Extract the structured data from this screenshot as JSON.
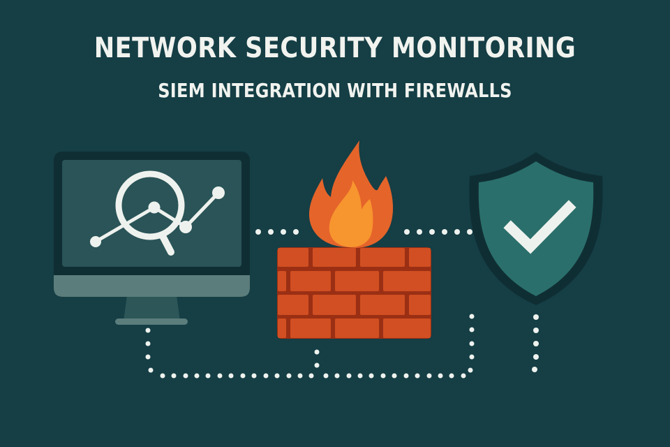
{
  "header": {
    "title": "NETWORK SECURITY MONITORING",
    "subtitle": "SIEM INTEGRATION WITH FIREWALLS"
  },
  "diagram": {
    "nodes": [
      {
        "id": "siem-monitor",
        "icon": "monitor-analytics-icon",
        "description": "Computer monitor showing magnifying glass over line chart"
      },
      {
        "id": "firewall",
        "icon": "firewall-icon",
        "description": "Brick wall with flame"
      },
      {
        "id": "security-shield",
        "icon": "shield-check-icon",
        "description": "Shield with checkmark"
      }
    ],
    "connections": [
      {
        "from": "siem-monitor",
        "to": "firewall",
        "style": "dotted"
      },
      {
        "from": "firewall",
        "to": "security-shield",
        "style": "dotted"
      },
      {
        "from": "siem-monitor",
        "to": "security-shield",
        "style": "dotted",
        "route": "below"
      },
      {
        "from": "firewall",
        "to": "bottom-path",
        "style": "dotted"
      }
    ]
  },
  "colors": {
    "background": "#153e45",
    "text": "#f1f3ef",
    "monitor_bezel": "#0f2e33",
    "monitor_screen": "#2a5457",
    "monitor_chin": "#5b7d7b",
    "brick": "#d14f22",
    "mortar": "#9a2f14",
    "flame_outer": "#e5642a",
    "flame_inner": "#f7952f",
    "shield_border": "#0f2e33",
    "shield_fill": "#2a6f6b",
    "check": "#eef2ee",
    "dots": "#eef2ee"
  }
}
